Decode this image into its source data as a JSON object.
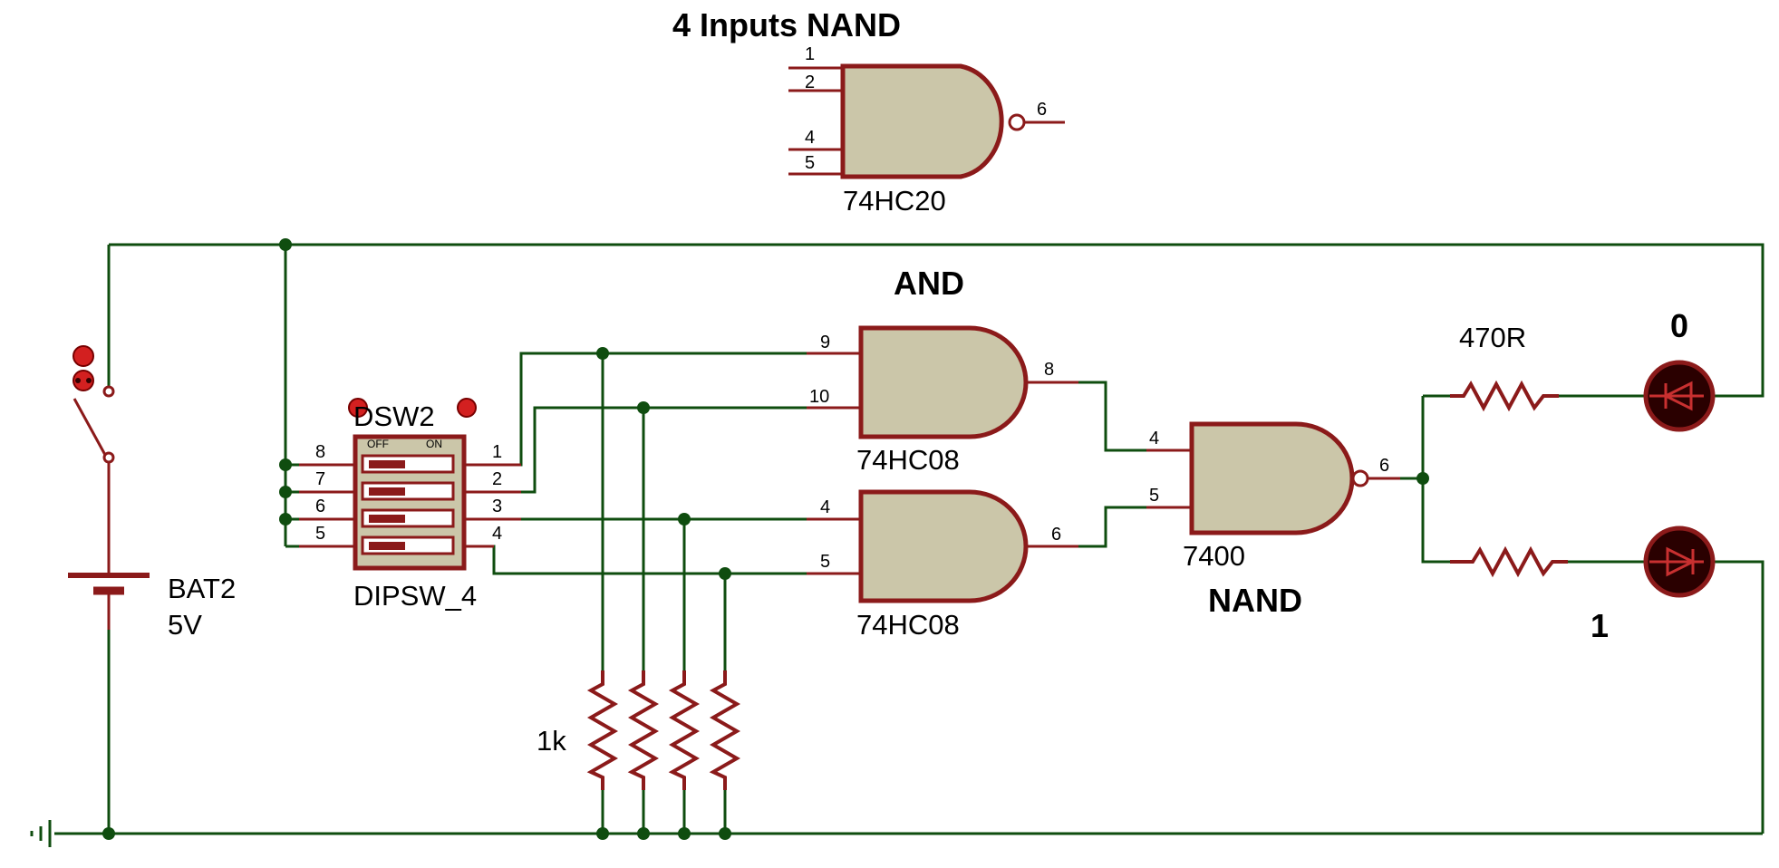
{
  "labels": {
    "title_4nand": "4 Inputs NAND",
    "nand20_part": "74HC20",
    "and_title": "AND",
    "and1_part": "74HC08",
    "and2_part": "74HC08",
    "nand_title": "NAND",
    "nand_part": "7400",
    "dsw_ref": "DSW2",
    "dsw_part": "DIPSW_4",
    "dsw_off": "OFF",
    "dsw_on": "ON",
    "bat_ref": "BAT2",
    "bat_val": "5V",
    "pulldown_val": "1k",
    "led_res_val": "470R",
    "out0": "0",
    "out1": "1"
  },
  "pins": {
    "n20": [
      "1",
      "2",
      "4",
      "5",
      "6"
    ],
    "and1": [
      "9",
      "10",
      "8"
    ],
    "and2": [
      "4",
      "5",
      "6"
    ],
    "nand": [
      "4",
      "5",
      "6"
    ],
    "dsw_left": [
      "8",
      "7",
      "6",
      "5"
    ],
    "dsw_right": [
      "1",
      "2",
      "3",
      "4"
    ]
  },
  "colors": {
    "wire": "#0f4d0f",
    "component": "#8b1a1a",
    "gate_fill": "#cbc6a9"
  }
}
